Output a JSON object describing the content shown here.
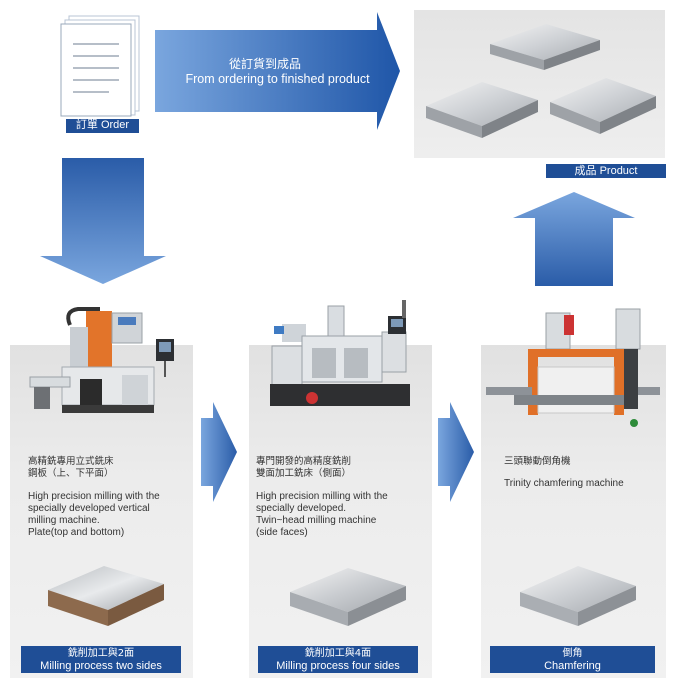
{
  "order": {
    "label": "訂單 Order"
  },
  "top_arrow": {
    "zh": "從訂貨到成品",
    "en": "From ordering to finished product"
  },
  "product": {
    "label": "成品 Product"
  },
  "steps": [
    {
      "zh_line1": "高精銑專用立式銑床",
      "zh_line2": "鋼板（上、下平面）",
      "en_line1": "High precision milling with the",
      "en_line2": "specially developed vertical",
      "en_line3": "milling machine.",
      "en_line4": "Plate(top and bottom)",
      "badge_zh": "銑削加工與2面",
      "badge_en": "Milling process two sides"
    },
    {
      "zh_line1": "專門開發的高精度銑削",
      "zh_line2": "雙面加工銑床（側面）",
      "en_line1": "High precision milling with the",
      "en_line2": "specially developed.",
      "en_line3": "Twin~head milling machine",
      "en_line4": "(side faces)",
      "badge_zh": "銑削加工與4面",
      "badge_en": "Milling process four sides"
    },
    {
      "zh_line1": "三頭聯動倒角機",
      "en_line1": "Trinity chamfering machine",
      "badge_zh": "倒角",
      "badge_en": "Chamfering"
    }
  ],
  "colors": {
    "accent": "#1f4e96",
    "arrow_light": "#6a9ad6",
    "arrow_dark": "#2a5ca8",
    "panel": "#e6e6e6"
  }
}
